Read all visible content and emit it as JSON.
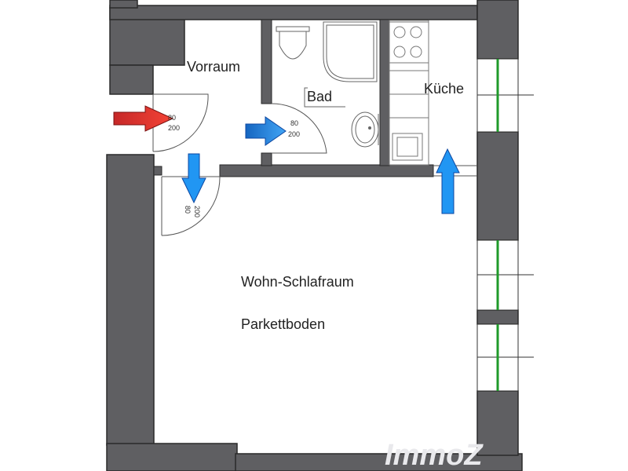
{
  "rooms": {
    "vorraum": "Vorraum",
    "bad": "Bad",
    "kueche": "Küche",
    "wohn": "Wohn-Schlafraum",
    "floor": "Parkettboden"
  },
  "door_marks": {
    "entry": {
      "width": "80",
      "height": "200"
    },
    "bath": {
      "width": "80",
      "height": "200"
    },
    "room": {
      "width": "80",
      "height": "200"
    }
  },
  "watermark": "ImmoZ",
  "colors": {
    "wall": "#5f5f62",
    "wall_outline": "#2a2a2a",
    "arrow_entry": "#e12a2a",
    "arrow_interior": "#1e88e5",
    "window_glass": "#1f9a2a"
  },
  "icons": {
    "entry_arrow": "red-arrow-right",
    "bath_arrow": "blue-arrow-right",
    "room_arrow": "blue-arrow-down",
    "kitchen_arrow": "blue-arrow-up"
  }
}
